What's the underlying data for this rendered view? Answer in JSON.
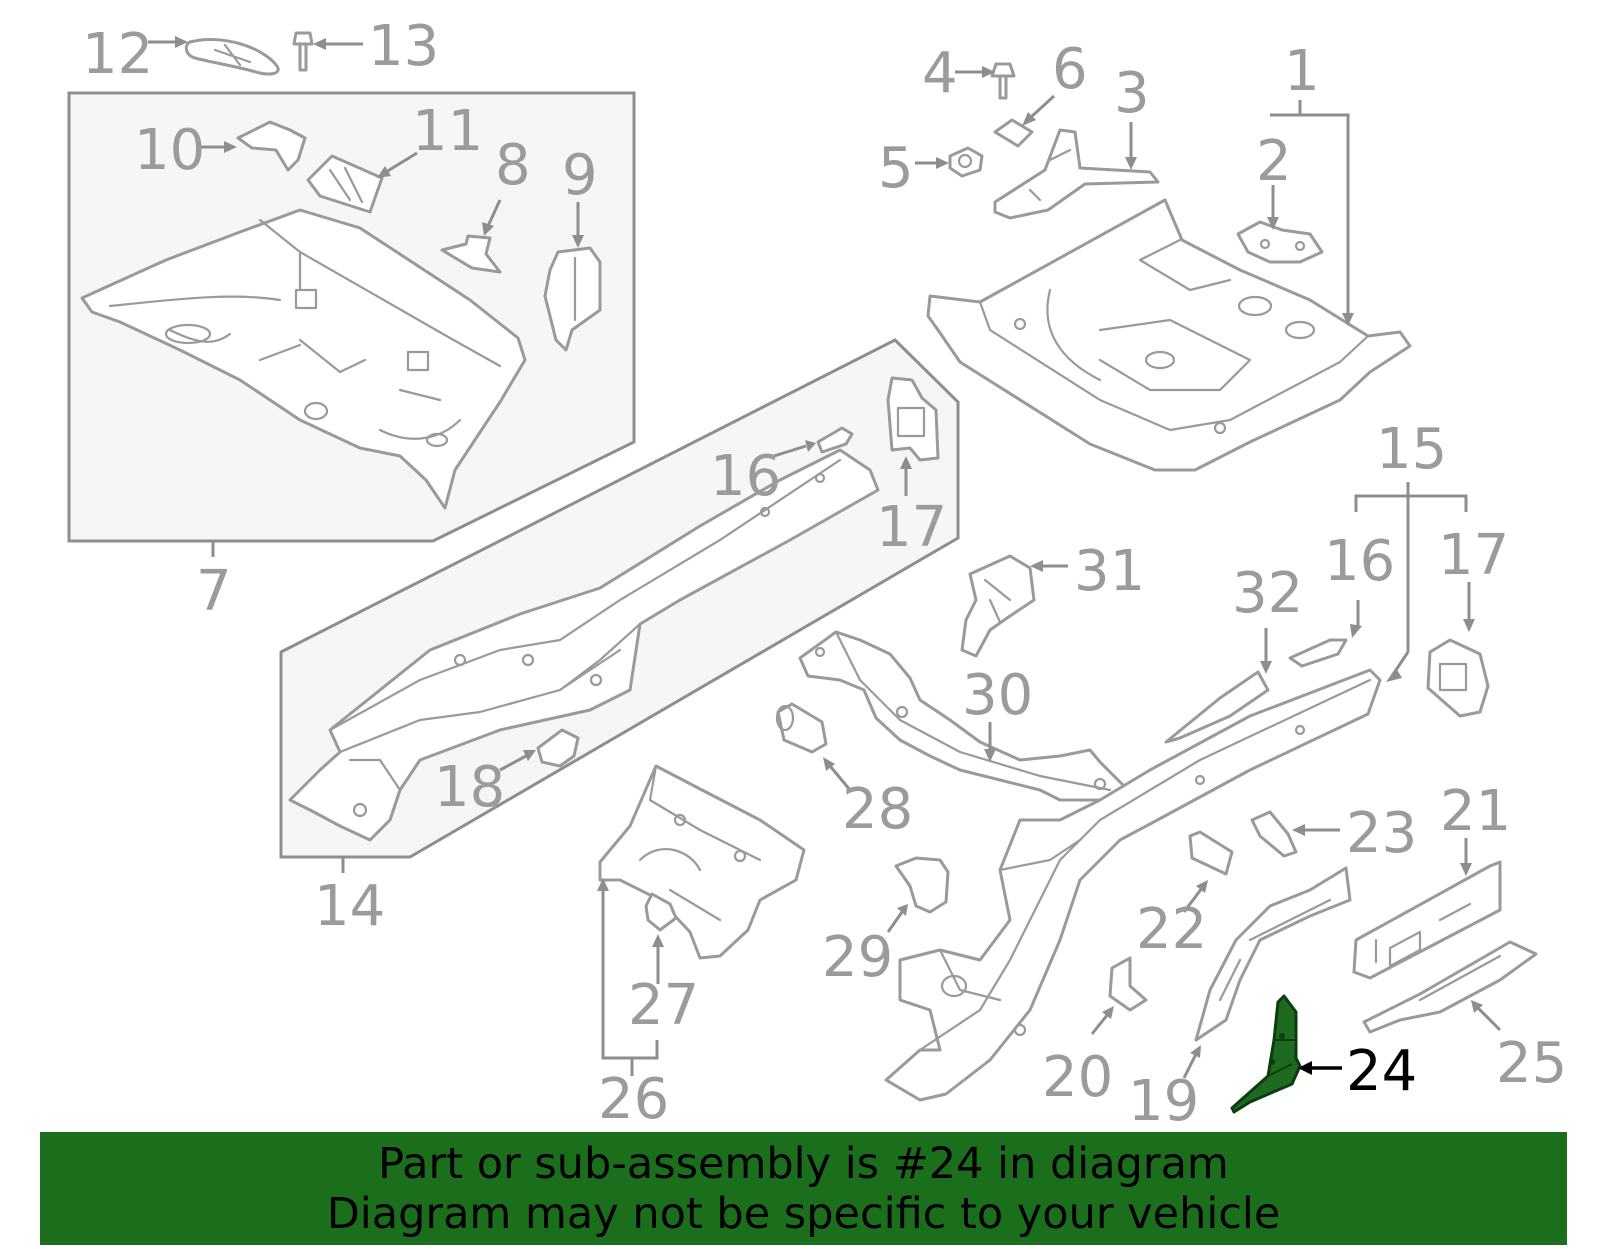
{
  "callouts": {
    "c1": "1",
    "c2": "2",
    "c3": "3",
    "c4": "4",
    "c5": "5",
    "c6": "6",
    "c7": "7",
    "c8": "8",
    "c9": "9",
    "c10": "10",
    "c11": "11",
    "c12": "12",
    "c13": "13",
    "c14": "14",
    "c15": "15",
    "c16a": "16",
    "c16b": "16",
    "c17a": "17",
    "c17b": "17",
    "c18": "18",
    "c19": "19",
    "c20": "20",
    "c21": "21",
    "c22": "22",
    "c23": "23",
    "c24": "24",
    "c25": "25",
    "c26": "26",
    "c27": "27",
    "c28": "28",
    "c29": "29",
    "c30": "30",
    "c31": "31",
    "c32": "32"
  },
  "highlight": {
    "part_number": "24",
    "color": "#1e6a20"
  },
  "banner": {
    "line1": "Part or sub-assembly is #24 in diagram",
    "line2": "Diagram may not be specific to your vehicle",
    "background": "#1b6e1b"
  }
}
